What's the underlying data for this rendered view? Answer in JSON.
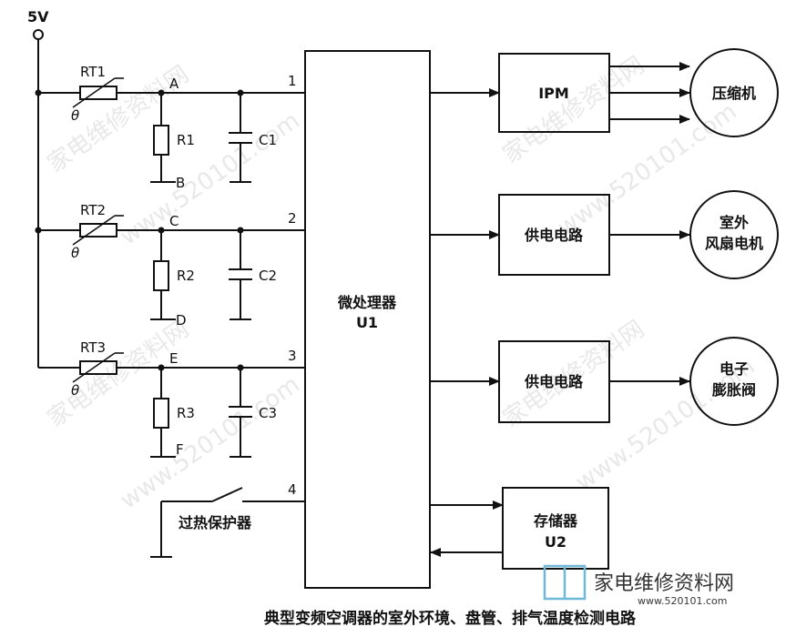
{
  "supply": {
    "label": "5V"
  },
  "sensors": [
    {
      "thermistor": "RT1",
      "theta": "θ",
      "node_top": "A",
      "resistor": "R1",
      "node_bottom": "B",
      "capacitor": "C1",
      "pin": "1"
    },
    {
      "thermistor": "RT2",
      "theta": "θ",
      "node_top": "C",
      "resistor": "R2",
      "node_bottom": "D",
      "capacitor": "C2",
      "pin": "2"
    },
    {
      "thermistor": "RT3",
      "theta": "θ",
      "node_top": "E",
      "resistor": "R3",
      "node_bottom": "F",
      "capacitor": "C3",
      "pin": "3"
    }
  ],
  "protector": {
    "label": "过热保护器",
    "pin": "4"
  },
  "mcu": {
    "name": "微处理器",
    "ref": "U1"
  },
  "outputs": [
    {
      "block": "IPM",
      "load": [
        "压缩机"
      ]
    },
    {
      "block": "供电电路",
      "load": [
        "室外",
        "风扇电机"
      ]
    },
    {
      "block": "供电电路",
      "load": [
        "电子",
        "膨胀阀"
      ]
    }
  ],
  "memory": {
    "name": "存储器",
    "ref": "U2"
  },
  "caption": "典型变频空调器的室外环境、盘管、排气温度检测电路",
  "watermarks": {
    "text": "家电维修资料网",
    "url": "www.520101.com"
  }
}
